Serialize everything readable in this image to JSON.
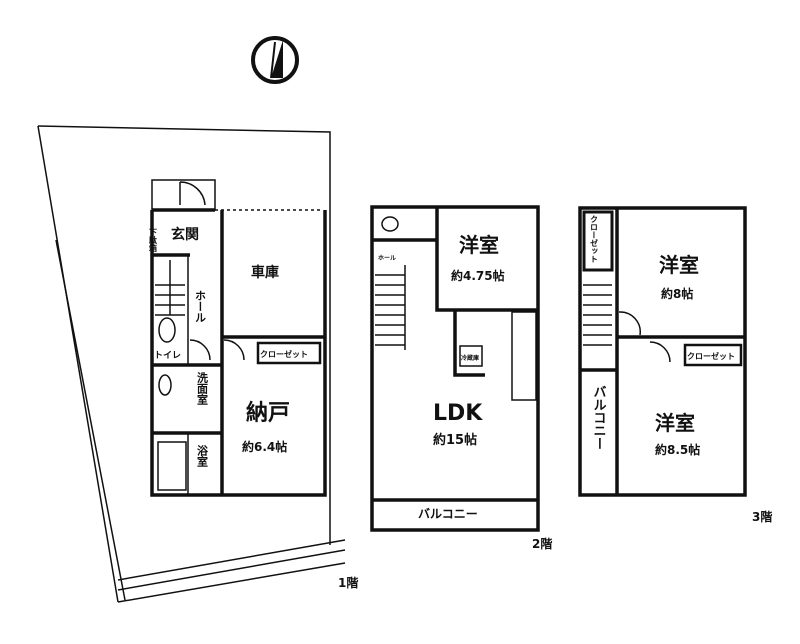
{
  "compass": {
    "icon": "north-arrow-icon"
  },
  "floor1": {
    "label": "1階",
    "rooms": {
      "entrance": "玄関",
      "shoe_storage": "下駄箱",
      "garage": "車庫",
      "hall": "ホール",
      "toilet": "トイレ",
      "washroom": "洗面室",
      "bath": "浴室",
      "storeroom": "納戸",
      "storeroom_size": "約6.4帖",
      "closet": "クローゼット"
    }
  },
  "floor2": {
    "label": "2階",
    "rooms": {
      "hall": "ホール",
      "western_room": "洋室",
      "western_room_size": "約4.75帖",
      "ldk": "LDK",
      "ldk_size": "約15帖",
      "balcony": "バルコニー",
      "fridge": "冷蔵庫"
    }
  },
  "floor3": {
    "label": "3階",
    "rooms": {
      "closet_a": "クローゼット",
      "western_room_a": "洋室",
      "western_room_a_size": "約8帖",
      "western_room_b": "洋室",
      "western_room_b_size": "約8.5帖",
      "closet_b": "クローゼット",
      "balcony": "バルコニー"
    }
  }
}
